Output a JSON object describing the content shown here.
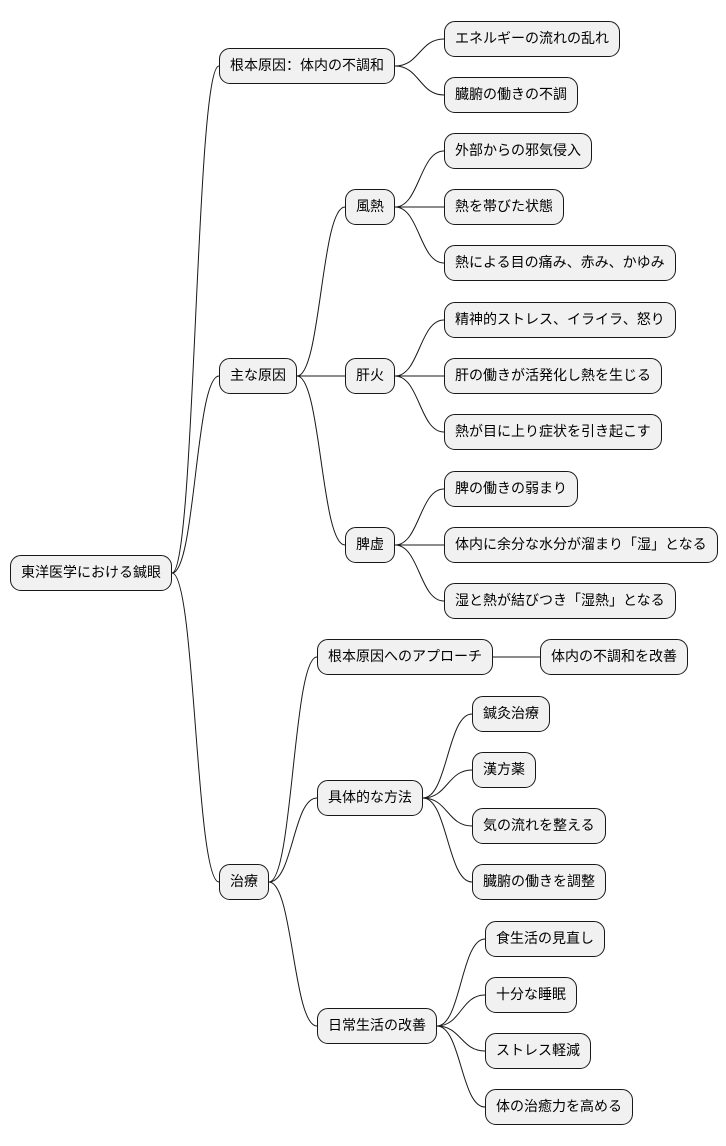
{
  "colors": {
    "node_fill": "#F1F1F1",
    "node_border": "#181818",
    "edge": "#181818"
  },
  "mindmap": {
    "root": "東洋医学における鍼眼",
    "branches": [
      {
        "label": "根本原因：体内の不調和",
        "children": [
          {
            "label": "エネルギーの流れの乱れ"
          },
          {
            "label": "臓腑の働きの不調"
          }
        ]
      },
      {
        "label": "主な原因",
        "children": [
          {
            "label": "風熱",
            "children": [
              {
                "label": "外部からの邪気侵入"
              },
              {
                "label": "熱を帯びた状態"
              },
              {
                "label": "熱による目の痛み、赤み、かゆみ"
              }
            ]
          },
          {
            "label": "肝火",
            "children": [
              {
                "label": "精神的ストレス、イライラ、怒り"
              },
              {
                "label": "肝の働きが活発化し熱を生じる"
              },
              {
                "label": "熱が目に上り症状を引き起こす"
              }
            ]
          },
          {
            "label": "脾虚",
            "children": [
              {
                "label": "脾の働きの弱まり"
              },
              {
                "label": "体内に余分な水分が溜まり「湿」となる"
              },
              {
                "label": "湿と熱が結びつき「湿熱」となる"
              }
            ]
          }
        ]
      },
      {
        "label": "治療",
        "children": [
          {
            "label": "根本原因へのアプローチ",
            "children": [
              {
                "label": "体内の不調和を改善"
              }
            ]
          },
          {
            "label": "具体的な方法",
            "children": [
              {
                "label": "鍼灸治療"
              },
              {
                "label": "漢方薬"
              },
              {
                "label": "気の流れを整える"
              },
              {
                "label": "臓腑の働きを調整"
              }
            ]
          },
          {
            "label": "日常生活の改善",
            "children": [
              {
                "label": "食生活の見直し"
              },
              {
                "label": "十分な睡眠"
              },
              {
                "label": "ストレス軽減"
              },
              {
                "label": "体の治癒力を高める"
              }
            ]
          }
        ]
      }
    ]
  }
}
